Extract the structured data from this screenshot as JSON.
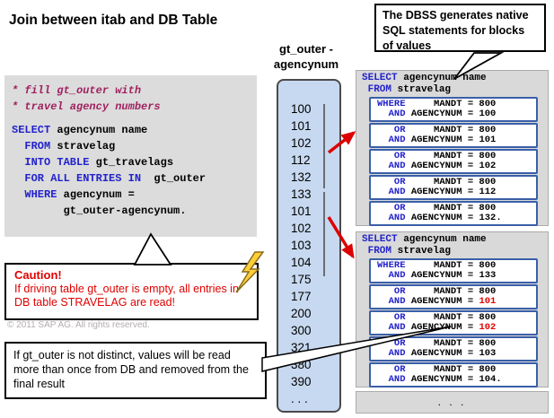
{
  "title": "Join between itab and DB Table",
  "copyright": "© 2011 SAP AG. All rights reserved.",
  "top_callout": {
    "text": "The DBSS generates native SQL statements for blocks of values"
  },
  "caution": {
    "title": "Caution!",
    "body": "If driving table gt_outer is empty, all entries in DB table STRAVELAG are read!"
  },
  "note": {
    "text": "If gt_outer is not distinct, values will be read more than once from DB and removed from the final result"
  },
  "code": {
    "comment1": "* fill gt_outer with",
    "comment2": "* travel agency numbers",
    "lines": [
      {
        "kw": "SELECT",
        "rest": " agencynum name"
      },
      {
        "kw": "  FROM",
        "rest": " stravelag"
      },
      {
        "kw": "  INTO TABLE",
        "rest": " gt_travelags"
      },
      {
        "kw": "  FOR ALL ENTRIES IN",
        "rest": "  gt_outer"
      },
      {
        "kw": "  WHERE",
        "rest": " agencynum ="
      },
      {
        "kw": "",
        "rest": "        gt_outer-agencynum."
      }
    ]
  },
  "column": {
    "header1": "gt_outer -",
    "header2": "agencynum",
    "values": [
      "100",
      "101",
      "102",
      "112",
      "132",
      "133",
      "101",
      "102",
      "103",
      "104",
      "175",
      "177",
      "200",
      "300",
      "321",
      "380",
      "390"
    ],
    "ellipsis": ". . ."
  },
  "sql1": {
    "select_kw": "SELECT",
    "select_rest": " agencynum name",
    "from_kw": " FROM",
    "from_rest": " stravelag",
    "conditions": [
      {
        "l1kw": "WHERE",
        "l1rest": "     MANDT = 800",
        "l2kw": "  AND",
        "l2rest": " AGENCYNUM = ",
        "val": "100"
      },
      {
        "l1kw": "   OR",
        "l1rest": "     MANDT = 800",
        "l2kw": "  AND",
        "l2rest": " AGENCYNUM = ",
        "val": "101"
      },
      {
        "l1kw": "   OR",
        "l1rest": "     MANDT = 800",
        "l2kw": "  AND",
        "l2rest": " AGENCYNUM = ",
        "val": "102"
      },
      {
        "l1kw": "   OR",
        "l1rest": "     MANDT = 800",
        "l2kw": "  AND",
        "l2rest": " AGENCYNUM = ",
        "val": "112"
      },
      {
        "l1kw": "   OR",
        "l1rest": "     MANDT = 800",
        "l2kw": "  AND",
        "l2rest": " AGENCYNUM = ",
        "val": "132."
      }
    ]
  },
  "sql2": {
    "select_kw": "SELECT",
    "select_rest": " agencynum name",
    "from_kw": " FROM",
    "from_rest": " stravelag",
    "conditions": [
      {
        "l1kw": "WHERE",
        "l1rest": "     MANDT = 800",
        "l2kw": "  AND",
        "l2rest": " AGENCYNUM = ",
        "val": "133"
      },
      {
        "l1kw": "   OR",
        "l1rest": "     MANDT = 800",
        "l2kw": "  AND",
        "l2rest": " AGENCYNUM = ",
        "val": "101"
      },
      {
        "l1kw": "   OR",
        "l1rest": "     MANDT = 800",
        "l2kw": "  AND",
        "l2rest": " AGENCYNUM = ",
        "val": "102"
      },
      {
        "l1kw": "   OR",
        "l1rest": "     MANDT = 800",
        "l2kw": "  AND",
        "l2rest": " AGENCYNUM = ",
        "val": "103"
      },
      {
        "l1kw": "   OR",
        "l1rest": "     MANDT = 800",
        "l2kw": "  AND",
        "l2rest": " AGENCYNUM = ",
        "val": "104."
      }
    ]
  },
  "gap_box": ". . ."
}
